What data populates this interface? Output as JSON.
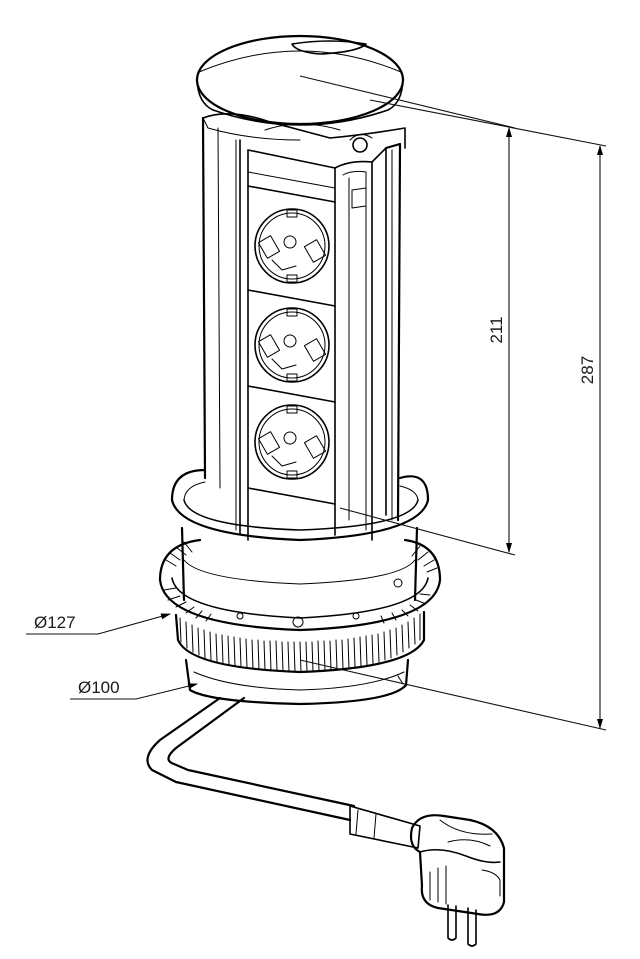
{
  "dimensions": {
    "height_raised": "211",
    "height_total": "287",
    "diameter_flange": "Ø127",
    "diameter_body": "Ø100"
  },
  "colors": {
    "line": "#000000",
    "background": "#ffffff",
    "text": "#1a1a1a"
  },
  "icons": {
    "socket": "schuko-socket-icon",
    "plug": "angled-plug-icon"
  }
}
